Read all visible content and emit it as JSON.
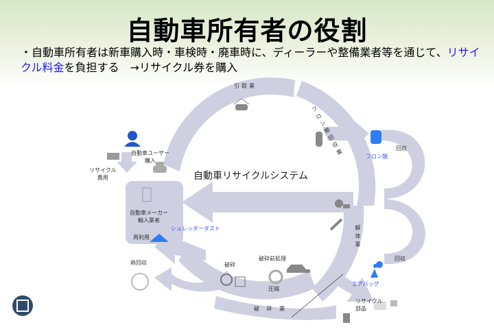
{
  "header": {
    "title": "自動車所有者の役割",
    "line1": "・自動車所有者は新車購入時・車検時・廃車時に、ディーラーや整備業者等を通じて、",
    "highlight": "リサイクル料金",
    "line2": "を負担する　→リサイクル券を購入"
  },
  "diagram": {
    "system": "自動車リサイクルシステム",
    "hikitori": "引取業",
    "freon_gyo": "フロン類回収業",
    "freon": "フロン類",
    "kaishu1": "回収",
    "kaishu2": "回収",
    "user": "自動車ユーザー\n購入",
    "fee": "リサイクル\n費用",
    "maker": "自動車メーカー\n輸入業者",
    "shredder": "シュレッダーダスト",
    "reuse": "再利用",
    "kaitai": "解体業",
    "airbag": "エアバッグ",
    "parts": "リサイクル\n部品",
    "netsu": "熱回収",
    "hasai": "破砕",
    "zenshori": "破砕前処理",
    "press": "圧縮",
    "hasai_gyo": "破 砕 業"
  },
  "colors": {
    "band": "#cfcfe2",
    "blue": "#1a1aff",
    "icon_blue": "#2f7df6",
    "gray": "#8a8a8a"
  }
}
